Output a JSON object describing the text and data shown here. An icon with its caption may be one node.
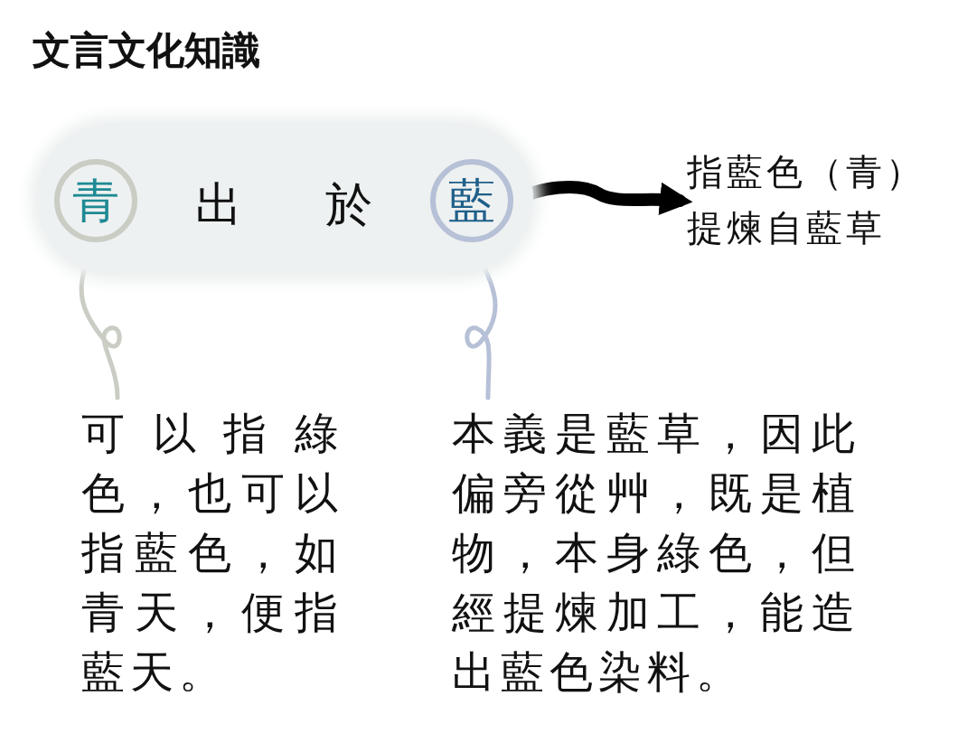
{
  "diagram": {
    "title": "文言文化知識",
    "nodes": [
      {
        "text": [
          "出",
          "於"
        ]
      },
      {
        "text": [
          "青"
        ],
        "in": 0
      },
      {
        "text": [
          "藍"
        ],
        "in": 0
      },
      {
        "text": [
          "指藍色（青）提煉自藍草"
        ]
      },
      {
        "text": [
          "可以指綠色，也可以指藍色，如青天，便指藍天。"
        ]
      },
      {
        "text": [
          "本義是藍草，因此偏旁從艸，既是植物，本身綠色，但經提煉加工，能造出藍色染料。"
        ]
      }
    ],
    "edges": [
      {
        "from": 2,
        "to": 3,
        "arrow": "to",
        "style": "thick"
      },
      {
        "from": 1,
        "to": 4,
        "arrow": "none",
        "color": "#c9cdc4"
      },
      {
        "from": 2,
        "to": 5,
        "arrow": "none",
        "color": "#b6c0d6"
      }
    ]
  }
}
